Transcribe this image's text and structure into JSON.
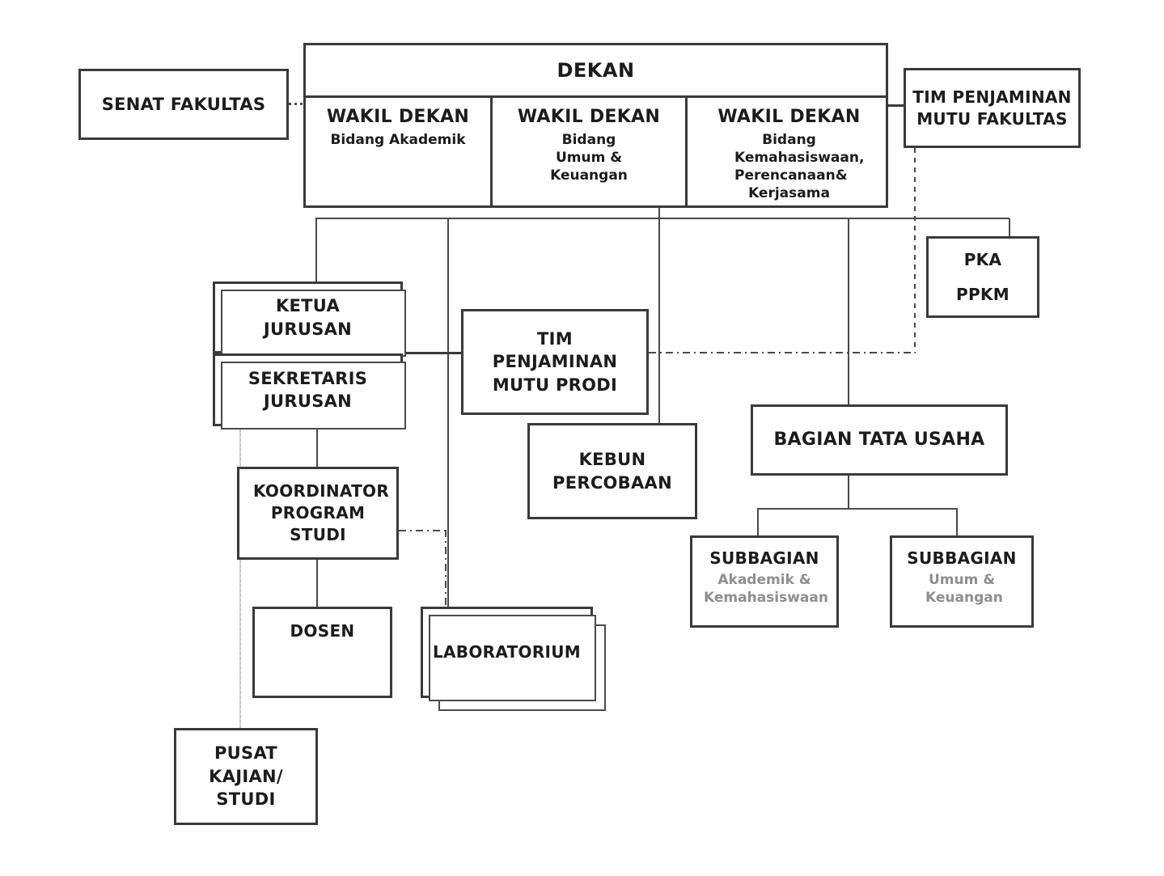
{
  "diagram": {
    "description": "Struktur organisasi fakultas",
    "nodes": {
      "senat": {
        "label": "SENAT FAKULTAS"
      },
      "dekan": {
        "label": "DEKAN"
      },
      "wakil_akademik": {
        "label": "WAKIL DEKAN",
        "sublabel": "Bidang Akademik"
      },
      "wakil_umum": {
        "label": "WAKIL DEKAN",
        "sublabel": "Bidang Umum & Keuangan"
      },
      "wakil_kemahasiswaan": {
        "label": "WAKIL DEKAN",
        "sublabel": "Bidang Kemahasiswaan, Perencanaan& Kerjasama"
      },
      "tim_mutu_fakultas": {
        "label": "TIM PENJAMINAN MUTU FAKULTAS"
      },
      "pka": {
        "line1": "PKA",
        "line2": "PPKM"
      },
      "ketua_jurusan": {
        "label": "KETUA JURUSAN"
      },
      "sekretaris_jurusan": {
        "label": "SEKRETARIS JURUSAN"
      },
      "tim_mutu_prodi": {
        "label": "TIM PENJAMINAN MUTU PRODI"
      },
      "kebun_percobaan": {
        "label": "KEBUN PERCOBAAN"
      },
      "tata_usaha": {
        "label": "BAGIAN TATA USAHA"
      },
      "subbagian_akademik": {
        "label": "SUBBAGIAN",
        "sublabel": "Akademik & Kemahasiswaan"
      },
      "subbagian_umum": {
        "label": "SUBBAGIAN",
        "sublabel": "Umum & Keuangan"
      },
      "koordinator_prodi": {
        "label": "KOORDINATOR PROGRAM STUDI"
      },
      "dosen": {
        "label": "DOSEN"
      },
      "laboratorium": {
        "label": "LABORATORIUM"
      },
      "pusat_kajian": {
        "label": "PUSAT KAJIAN/ STUDI"
      }
    }
  }
}
